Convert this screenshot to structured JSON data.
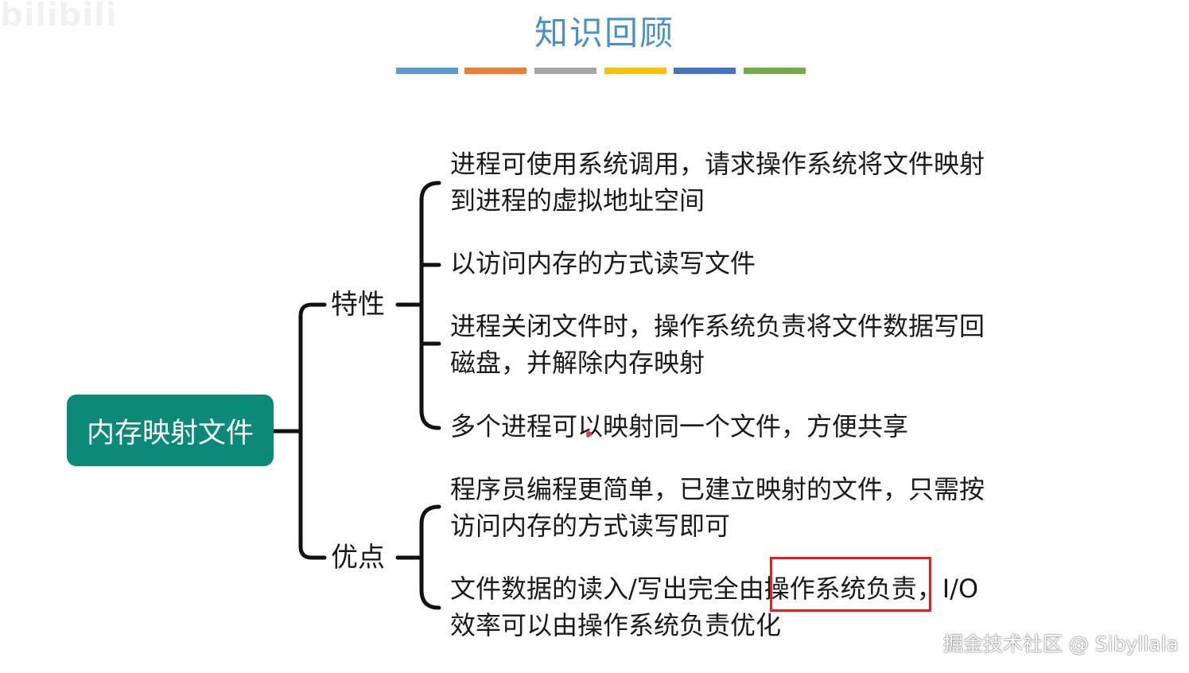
{
  "watermark_top_left": "bilibili",
  "title": "知识回顾",
  "color_bars": [
    "#5b9bd5",
    "#ed7d31",
    "#a5a5a5",
    "#ffc000",
    "#4472c4",
    "#70ad47"
  ],
  "root": {
    "label": "内存映射文件",
    "color": "#0b8a7a"
  },
  "branches": [
    {
      "label": "特性",
      "leaves": [
        [
          "进程可使用系统调用，请求操作系统将文件映射",
          "到进程的虚拟地址空间"
        ],
        [
          "以访问内存的方式读写文件"
        ],
        [
          "进程关闭文件时，操作系统负责将文件数据写回",
          "磁盘，并解除内存映射"
        ],
        [
          "多个进程可以映射同一个文件，方便共享"
        ]
      ]
    },
    {
      "label": "优点",
      "leaves": [
        [
          "程序员编程更简单，已建立映射的文件，只需按",
          "访问内存的方式读写即可"
        ],
        [
          "文件数据的读入/写出完全由操作系统负责，I/O",
          "效率可以由操作系统负责优化"
        ]
      ]
    }
  ],
  "watermark_bottom_right": "掘金技术社区 @ Sibyllala"
}
